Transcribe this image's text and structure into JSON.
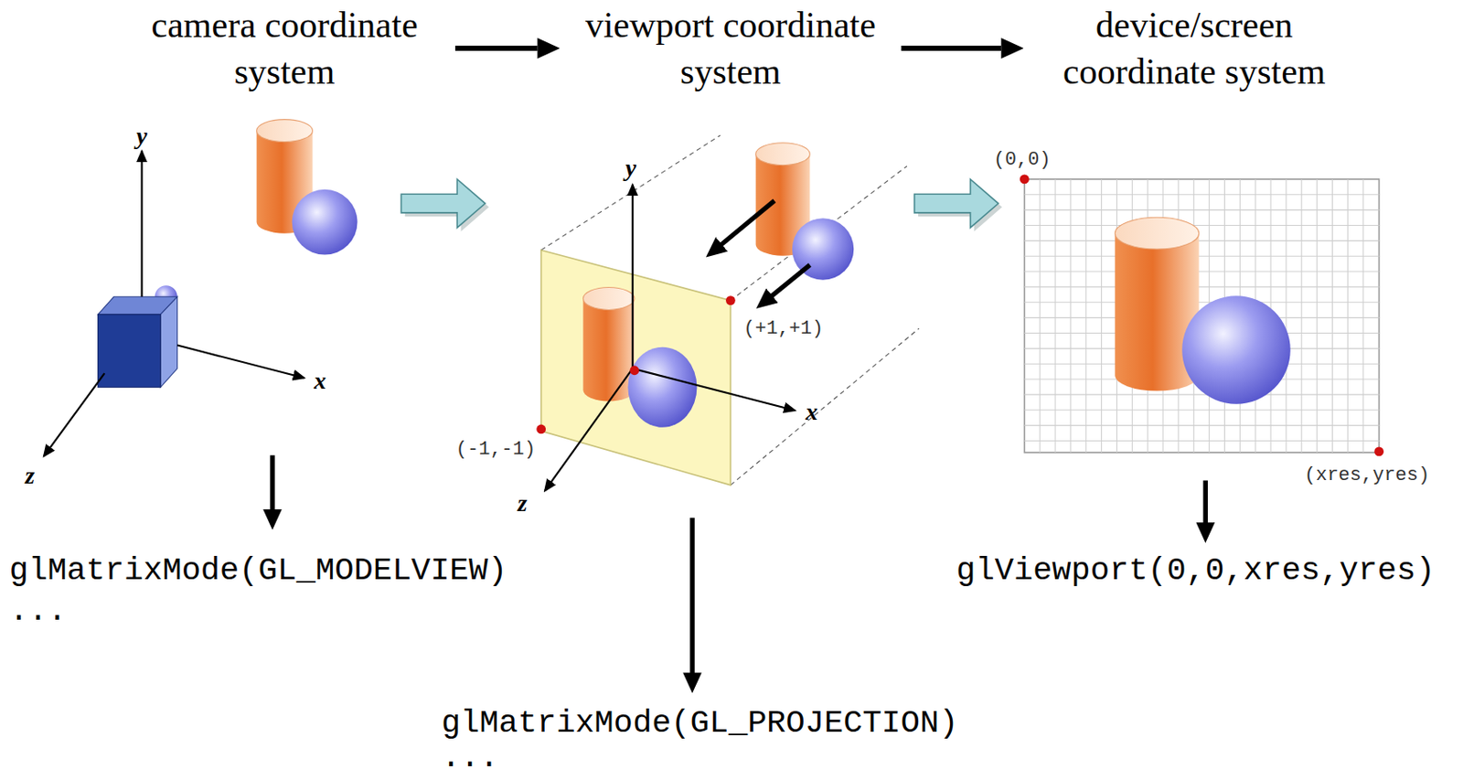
{
  "diagram": {
    "nodes": [
      {
        "text": [
          "camera coordinate system"
        ]
      },
      {
        "text": [
          "viewport coordinate system"
        ]
      },
      {
        "text": [
          "device/screen coordinate system"
        ]
      }
    ],
    "edges": [
      {
        "from": 0,
        "to": 1,
        "arrow": "to"
      },
      {
        "from": 1,
        "to": 2,
        "arrow": "to"
      }
    ],
    "labels": [
      "y",
      "x",
      "z",
      "glMatrixMode(GL_MODELVIEW)",
      "...",
      "y",
      "x",
      "z",
      "(+1,+1)",
      "(-1,-1)",
      "glMatrixMode(GL_PROJECTION)",
      "...",
      "(0,0)",
      "(xres,yres)",
      "glViewport(0,0,xres,yres)"
    ]
  }
}
